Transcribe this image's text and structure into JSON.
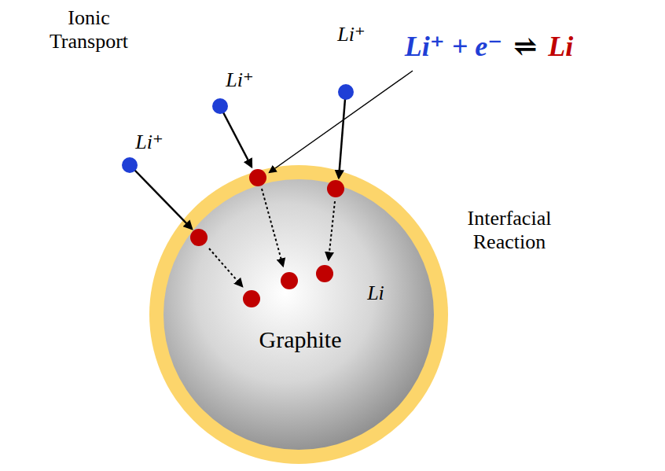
{
  "diagram": {
    "nodes": [
      {
        "text": [
          "Li",
          "Graphite"
        ]
      }
    ],
    "labels": [
      "Ionic Transport",
      "Li⁺",
      "Li⁺",
      "Li⁺",
      "Li⁺ + e⁻",
      "⇌",
      "Li",
      "Interfacial Reaction"
    ]
  }
}
